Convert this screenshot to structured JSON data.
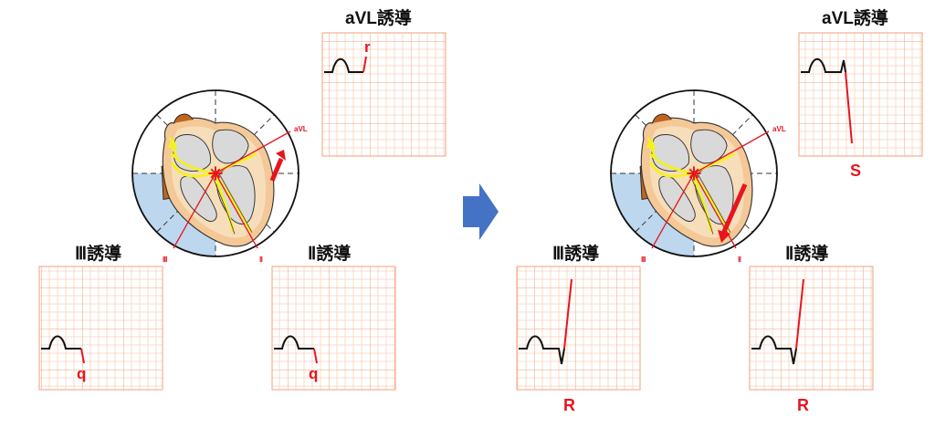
{
  "colors": {
    "grid_major": "#f2a278",
    "grid_minor": "#f9d2bd",
    "trace": "#111111",
    "wave": "#e8141e",
    "arrow_transition": "#4472c4",
    "conduction": "#f4f21d",
    "inferior_sector": "#bdd7ee"
  },
  "left_panel": {
    "avl_title": "aVL誘導",
    "avl_wave": "r",
    "lead3_title": "Ⅲ誘導",
    "lead3_wave": "q",
    "lead2_title": "Ⅱ誘導",
    "lead2_wave": "q",
    "heart_labels": {
      "avl": "aVL",
      "lead3": "Ⅲ",
      "lead2": "Ⅱ"
    }
  },
  "right_panel": {
    "avl_title": "aVL誘導",
    "avl_wave": "S",
    "lead3_title": "Ⅲ誘導",
    "lead3_wave": "R",
    "lead2_title": "Ⅱ誘導",
    "lead2_wave": "R",
    "heart_labels": {
      "avl": "aVL",
      "lead3": "Ⅲ",
      "lead2": "Ⅱ"
    }
  },
  "transition_icon": "right-arrow-icon",
  "heart_icon": "heart-cross-section-icon"
}
